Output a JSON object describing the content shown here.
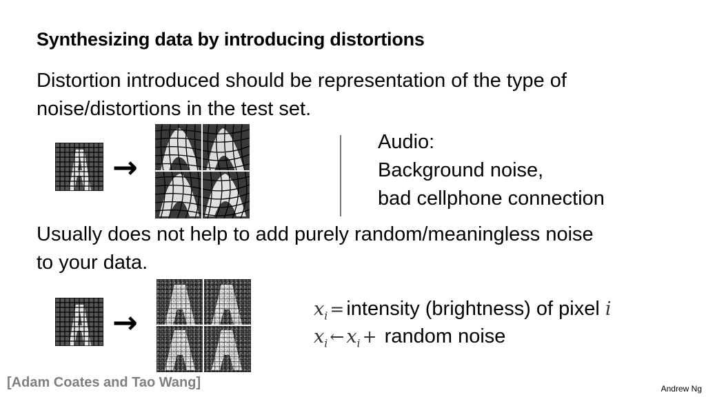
{
  "slide": {
    "title": "Synthesizing data by introducing distortions",
    "para1_line1": "Distortion introduced should be representation of the type of",
    "para1_line2": "noise/distortions in the test set.",
    "audio_heading": "Audio:",
    "audio_line1": "Background noise,",
    "audio_line2": "bad cellphone connection",
    "para2_line1": "Usually does not help to add purely random/meaningless noise",
    "para2_line2": "to your data.",
    "math1_var": "x",
    "math1_sub": "i",
    "math1_op": "=",
    "math1_text": "intensity (brightness) of pixel ",
    "math1_index": "i",
    "math2_var1": "x",
    "math2_sub1": "i",
    "math2_arrow": "←",
    "math2_var2": "x",
    "math2_sub2": "i",
    "math2_plus": "+",
    "math2_text": " random noise",
    "citation": "[Adam Coates and Tao Wang]",
    "author": "Andrew Ng"
  },
  "icons": {
    "arrow": "→"
  },
  "colors": {
    "citation": "#7f7f7f",
    "grid_line": "#000000",
    "letter_fill": "#e8e8e8",
    "background_fill": "#555555"
  }
}
